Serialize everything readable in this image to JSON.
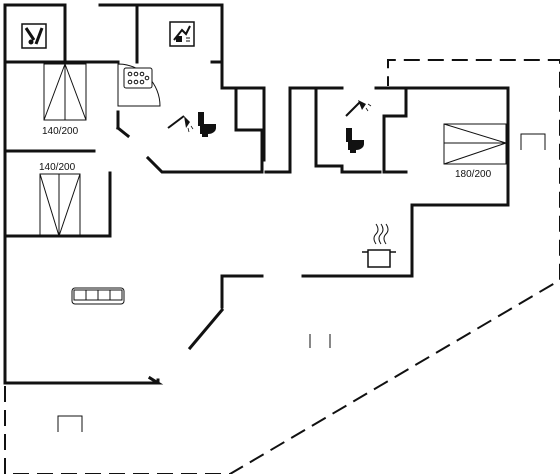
{
  "beds": [
    {
      "label": "140/200"
    },
    {
      "label": "140/200"
    },
    {
      "label": "180/200"
    }
  ]
}
